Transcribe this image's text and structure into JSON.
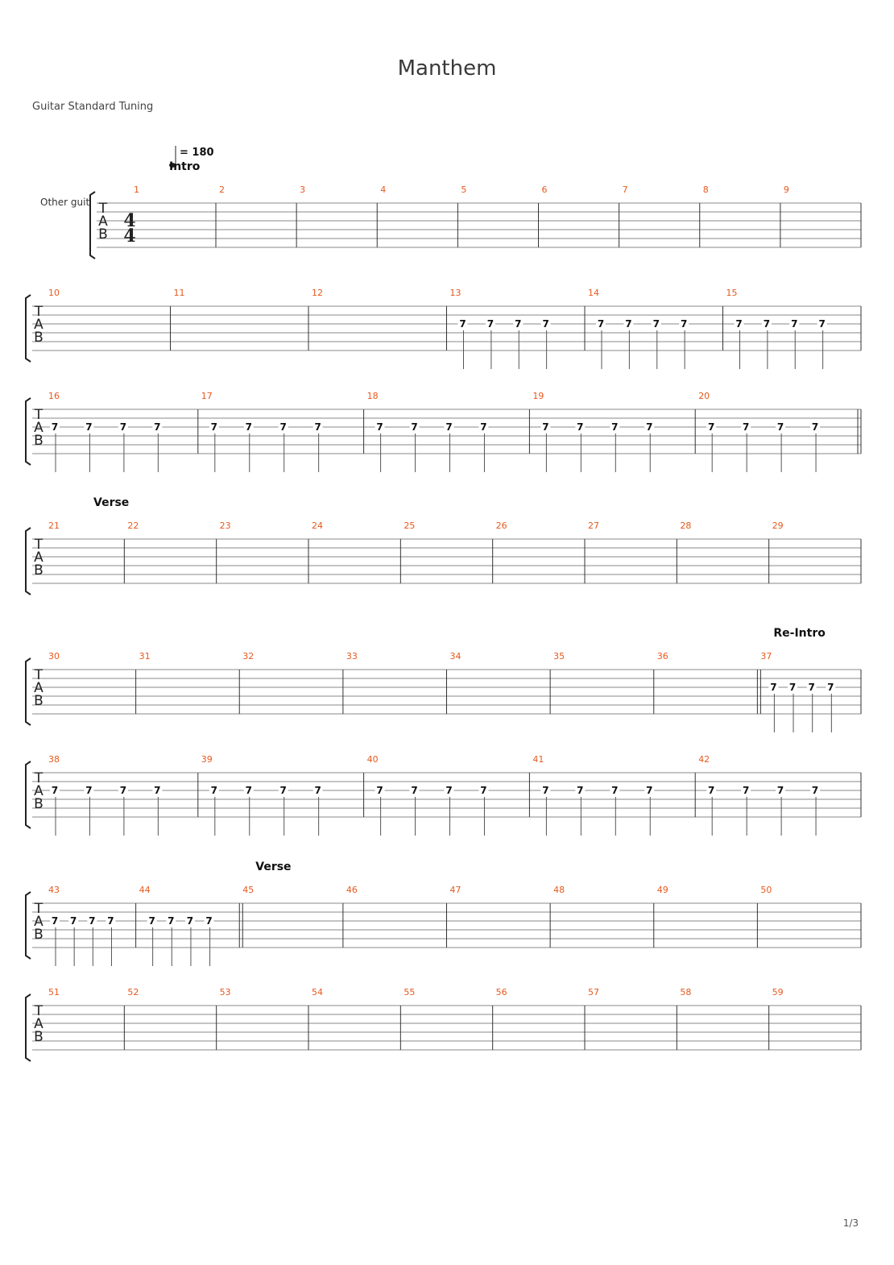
{
  "song": {
    "title": "Manthem",
    "tuning": "Guitar Standard Tuning",
    "track_name": "Other guit",
    "tempo_label": "= 180",
    "time_signature": [
      "4",
      "4"
    ],
    "tab_letters": [
      "T",
      "A",
      "B"
    ],
    "page_indicator": "1/3"
  },
  "fret_value": "7",
  "systems": [
    {
      "bars": [
        1,
        2,
        3,
        4,
        5,
        6,
        7,
        8,
        9
      ],
      "sections": [
        {
          "bar": 1,
          "label": "Intro"
        }
      ],
      "notes_in_bars": []
    },
    {
      "bars": [
        10,
        11,
        12,
        13,
        14,
        15
      ],
      "sections": [],
      "notes_in_bars": [
        13,
        14,
        15
      ]
    },
    {
      "bars": [
        16,
        17,
        18,
        19,
        20
      ],
      "sections": [],
      "notes_in_bars": [
        16,
        17,
        18,
        19,
        20
      ]
    },
    {
      "bars": [
        21,
        22,
        23,
        24,
        25,
        26,
        27,
        28,
        29
      ],
      "sections": [
        {
          "bar": 21,
          "label": "Verse"
        }
      ],
      "notes_in_bars": []
    },
    {
      "bars": [
        30,
        31,
        32,
        33,
        34,
        35,
        36,
        37
      ],
      "sections": [
        {
          "bar": 37,
          "label": "Re-Intro"
        }
      ],
      "notes_in_bars": [
        37
      ]
    },
    {
      "bars": [
        38,
        39,
        40,
        41,
        42
      ],
      "sections": [],
      "notes_in_bars": [
        38,
        39,
        40,
        41,
        42
      ]
    },
    {
      "bars": [
        43,
        44,
        45,
        46,
        47,
        48,
        49,
        50
      ],
      "sections": [
        {
          "bar": 45,
          "label": "Verse"
        }
      ],
      "notes_in_bars": [
        43,
        44
      ]
    },
    {
      "bars": [
        51,
        52,
        53,
        54,
        55,
        56,
        57,
        58,
        59
      ],
      "sections": [],
      "notes_in_bars": []
    }
  ]
}
